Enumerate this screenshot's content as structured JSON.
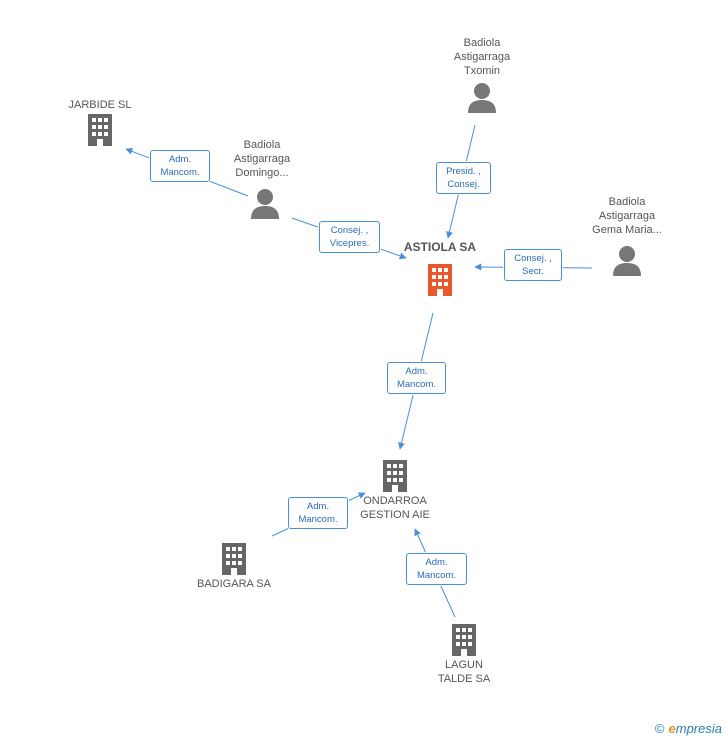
{
  "nodes": {
    "astiola": {
      "label": "ASTIOLA SA",
      "type": "company",
      "color": "#e8582c"
    },
    "jarbide": {
      "label": "JARBIDE  SL",
      "type": "company",
      "color": "#666666"
    },
    "ondarroa": {
      "label": "ONDARROA\nGESTION AIE",
      "type": "company",
      "color": "#666666"
    },
    "badigara": {
      "label": "BADIGARA SA",
      "type": "company",
      "color": "#666666"
    },
    "lagun": {
      "label": "LAGUN\nTALDE SA",
      "type": "company",
      "color": "#666666"
    },
    "txomin": {
      "label": "Badiola\nAstigarraga\nTxomin",
      "type": "person",
      "color": "#777777"
    },
    "domingo": {
      "label": "Badiola\nAstigarraga\nDomingo...",
      "type": "person",
      "color": "#777777"
    },
    "gema": {
      "label": "Badiola\nAstigarraga\nGema Maria...",
      "type": "person",
      "color": "#777777"
    }
  },
  "relations": {
    "txomin_astiola": "Presid. ,\nConsej.",
    "domingo_astiola": "Consej. ,\nVicepres.",
    "gema_astiola": "Consej. ,\nSecr.",
    "domingo_jarbide": "Adm.\nMancom.",
    "astiola_ondarroa": "Adm.\nMancom.",
    "badigara_ondarroa": "Adm.\nMancom.",
    "lagun_ondarroa": "Adm.\nMancom."
  },
  "colors": {
    "edge": "#4a90d9",
    "accent": "#e8582c"
  },
  "footer": {
    "copyright": "©",
    "brand_e": "e",
    "brand_rest": "mpresia"
  }
}
